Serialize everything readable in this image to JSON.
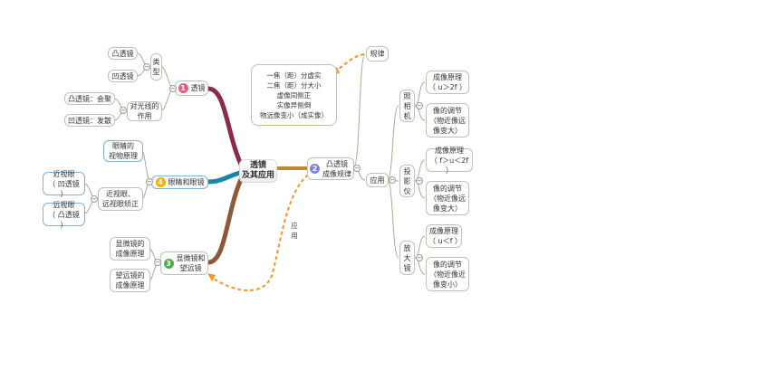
{
  "center": {
    "label": "透镜\n及其应用"
  },
  "branches": {
    "lens": {
      "num": "1",
      "label": "透镜",
      "badge_color": "#e0607e"
    },
    "lens_types": {
      "label": "类\n型"
    },
    "convex": {
      "label": "凸透镜"
    },
    "concave": {
      "label": "凹透镜"
    },
    "light_effect": {
      "label": "对光线的\n作用"
    },
    "convex_converge": {
      "label": "凸透镜：会聚"
    },
    "concave_diverge": {
      "label": "凹透镜：发散"
    },
    "convex_imaging": {
      "num": "2",
      "label": "凸透镜\n成像规律",
      "badge_color": "#7d86d9"
    },
    "rules": {
      "label": "规律"
    },
    "rules_text": {
      "label": "一焦（距）分虚实\n二焦（距）分大小\n虚像同侧正\n实像异侧倒\n物远像变小（成实像）"
    },
    "application": {
      "label": "应用"
    },
    "camera": {
      "label": "照\n相\n机"
    },
    "camera_principle": {
      "label": "成像原理\n（ u＞2f ）"
    },
    "camera_adjust": {
      "label": "像的调节\n（物近像远\n像变大）"
    },
    "projector": {
      "label": "投\n影\n仪"
    },
    "projector_principle": {
      "label": "成像原理\n（ f＞u＜2f ）"
    },
    "projector_adjust": {
      "label": "像的调节\n（物近像远\n像变大）"
    },
    "magnifier": {
      "label": "放\n大\n镜"
    },
    "magnifier_principle": {
      "label": "成像原理\n（ u＜f ）"
    },
    "magnifier_adjust": {
      "label": "像的调节\n（物近像近\n像变小）"
    },
    "application_link": {
      "label": "应\n用"
    },
    "eye": {
      "num": "4",
      "label": "眼睛和眼镜",
      "badge_color": "#f0b400"
    },
    "eye_principle": {
      "label": "眼睛的\n视物原理"
    },
    "vision_correction": {
      "label": "近视眼、\n远视眼矫正"
    },
    "myopia": {
      "label": "近视眼\n（ 凹透镜 ）"
    },
    "hyperopia": {
      "label": "远视眼\n（ 凸透镜 ）"
    },
    "instruments": {
      "num": "3",
      "label": "显微镜和\n望远镜",
      "badge_color": "#47b04a"
    },
    "microscope": {
      "label": "显微镜的\n成像原理"
    },
    "telescope": {
      "label": "望远镜的\n成像原理"
    }
  },
  "colors": {
    "branch_lens": "#8b2a4a",
    "branch_imaging": "#c08a2a",
    "branch_eye": "#1a86a8",
    "branch_instruments": "#8a5a3a",
    "leaf_line": "#9bb58e",
    "dashed_link": "#f0962a"
  },
  "toggle_symbol": "−"
}
